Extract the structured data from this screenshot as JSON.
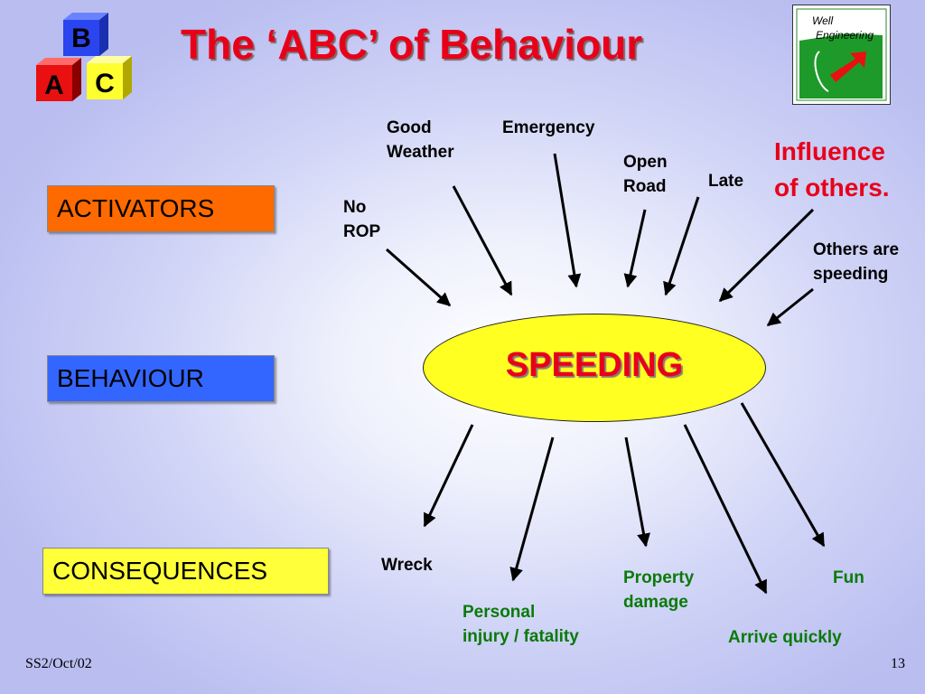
{
  "title": "The ‘ABC’ of Behaviour",
  "logo": {
    "text_line1": "Well",
    "text_line2": "Engineering"
  },
  "blocks": {
    "a": "A",
    "b": "B",
    "c": "C"
  },
  "categories": {
    "activators": "ACTIVATORS",
    "behaviour": "BEHAVIOUR",
    "consequences": "CONSEQUENCES"
  },
  "center": "SPEEDING",
  "activators": {
    "no_rop": "No\nROP",
    "good_weather": "Good\nWeather",
    "emergency": "Emergency",
    "open_road": "Open\nRoad",
    "late": "Late",
    "influence": "Influence\nof others.",
    "others_speeding": "Others are\nspeeding"
  },
  "consequences": {
    "wreck": "Wreck",
    "personal_injury": "Personal\ninjury / fatality",
    "property_damage": "Property\ndamage",
    "arrive_quickly": "Arrive quickly",
    "fun": "Fun"
  },
  "footer": {
    "left": "SS2/Oct/02",
    "page": "13"
  },
  "colors": {
    "title": "#e8001a",
    "activators_box": "#ff6a00",
    "behaviour_box": "#3366ff",
    "consequences_box": "#ffff3a",
    "ellipse": "#ffff22",
    "positive_consequence": "#0a7a0a"
  }
}
